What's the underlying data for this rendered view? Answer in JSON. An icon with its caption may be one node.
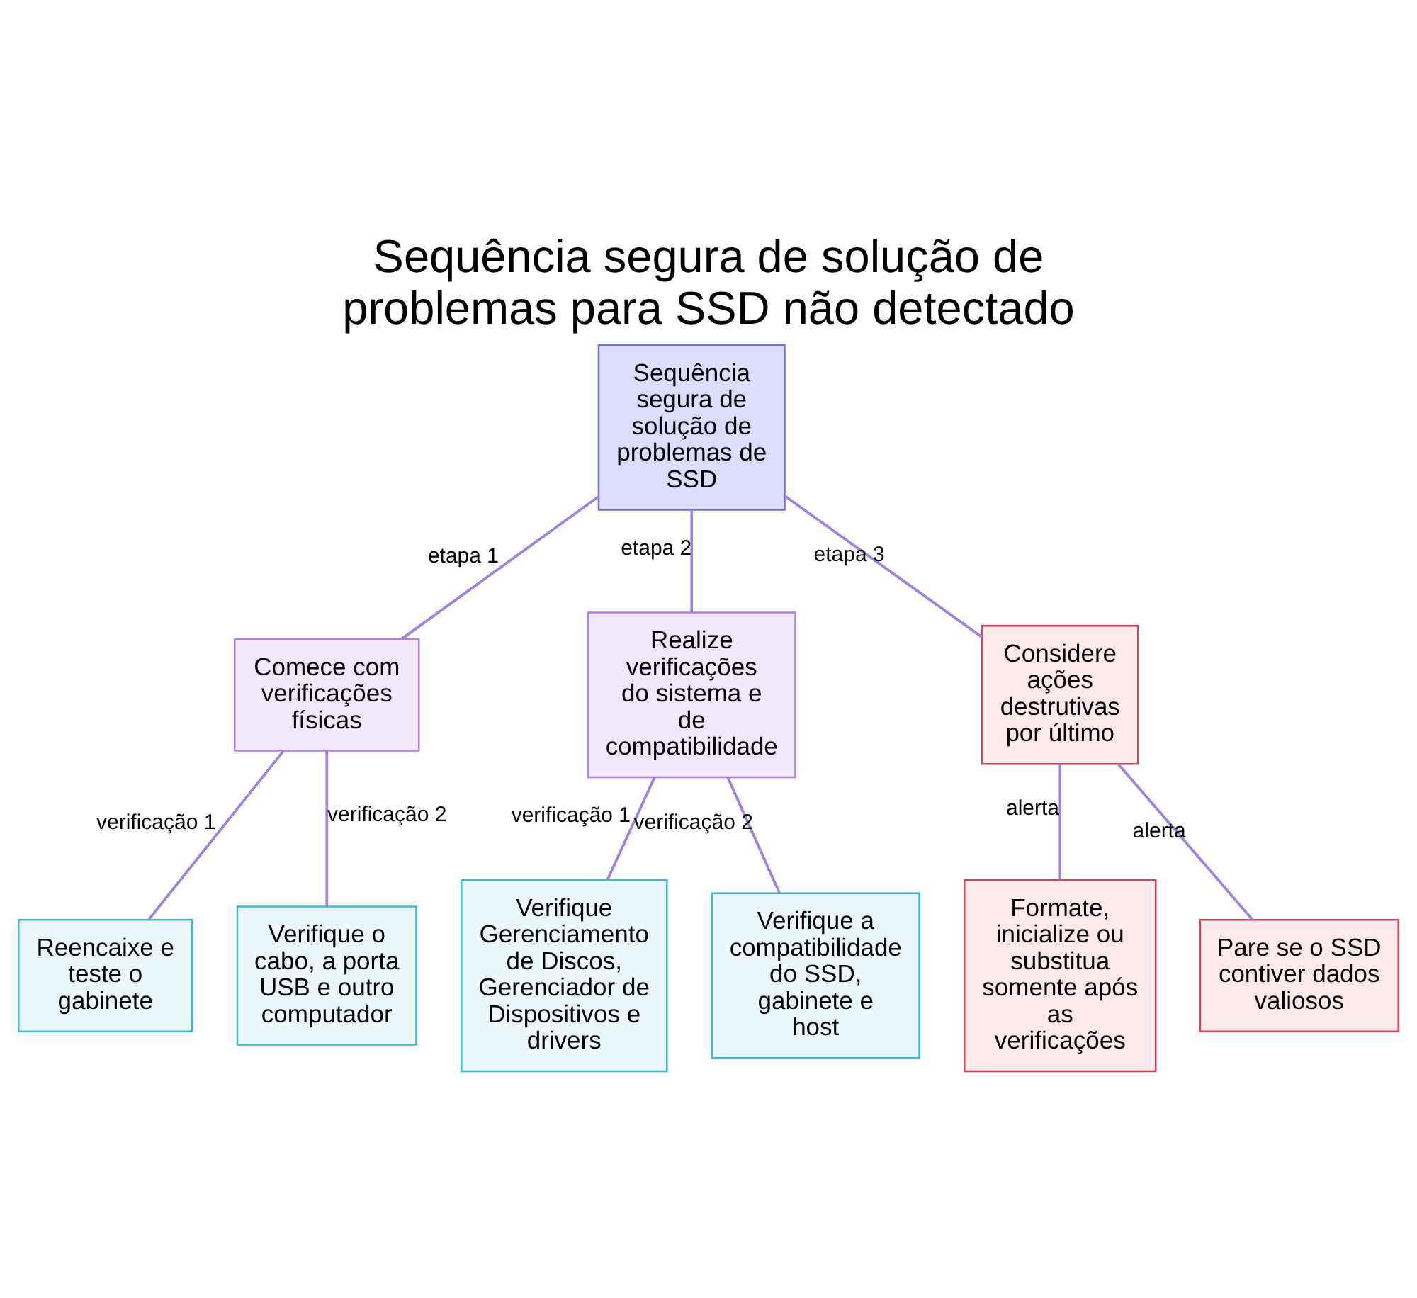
{
  "diagram": {
    "title": "Sequência segura de solução de problemas para SSD não detectado",
    "nodes": [
      {
        "text": [
          "Sequência segura de solução de problemas de SSD"
        ]
      },
      {
        "text": [
          "Comece com verificações físicas"
        ]
      },
      {
        "text": [
          "Realize verificações do sistema e de compatibilidade"
        ]
      },
      {
        "text": [
          "Considere ações destrutivas por último"
        ]
      },
      {
        "text": [
          "Reencaixe e teste o gabinete"
        ]
      },
      {
        "text": [
          "Verifique o cabo, a porta USB e outro computador"
        ]
      },
      {
        "text": [
          "Verifique Gerenciamento de Discos, Gerenciador de Dispositivos e drivers"
        ]
      },
      {
        "text": [
          "Verifique a compatibilidade do SSD, gabinete e host"
        ]
      },
      {
        "text": [
          "Formate, inicialize ou substitua somente após as verificações"
        ]
      },
      {
        "text": [
          "Pare se o SSD contiver dados valiosos"
        ]
      }
    ],
    "edges": [
      {
        "from": 0,
        "to": 1,
        "arrow": "none",
        "label": "etapa 1"
      },
      {
        "from": 0,
        "to": 2,
        "arrow": "none",
        "label": "etapa 2"
      },
      {
        "from": 0,
        "to": 3,
        "arrow": "none",
        "label": "etapa 3"
      },
      {
        "from": 1,
        "to": 4,
        "arrow": "none",
        "label": "verificação 1"
      },
      {
        "from": 1,
        "to": 5,
        "arrow": "none",
        "label": "verificação 2"
      },
      {
        "from": 2,
        "to": 6,
        "arrow": "none",
        "label": "verificação 1"
      },
      {
        "from": 2,
        "to": 7,
        "arrow": "none",
        "label": "verificação 2"
      },
      {
        "from": 3,
        "to": 8,
        "arrow": "none",
        "label": "alerta"
      },
      {
        "from": 3,
        "to": 9,
        "arrow": "none",
        "label": "alerta"
      }
    ]
  }
}
